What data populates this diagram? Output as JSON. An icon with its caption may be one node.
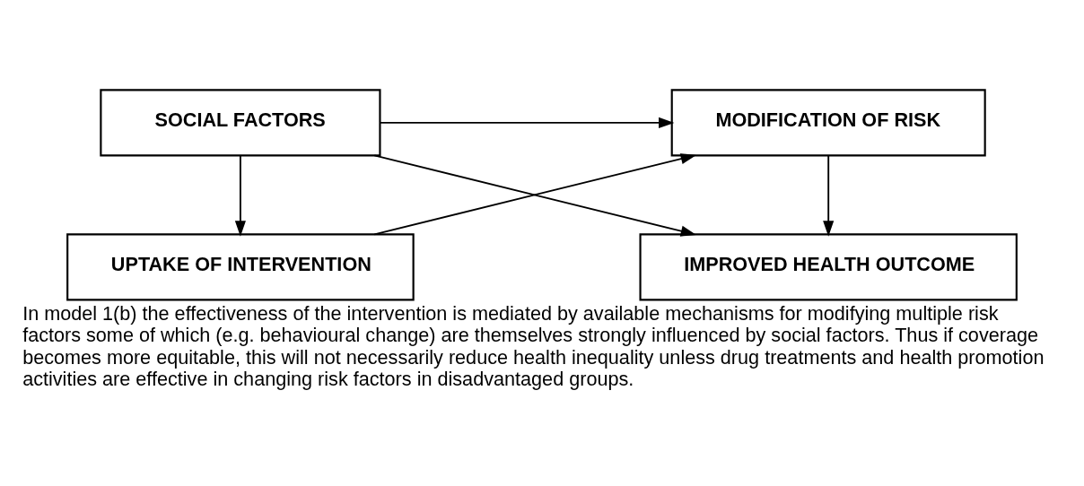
{
  "diagram": {
    "caption": "In model 1(b) the effectiveness of the intervention is mediated by available mechanisms for modifying multiple risk factors some of which (e.g. behavioural change) are themselves strongly influenced by social factors. Thus if coverage becomes more equitable, this will not necessarily reduce health inequality unless drug treatments and health promotion activities are effective in changing risk factors in disadvantaged groups.",
    "nodes": [
      {
        "text": [
          "UPTAKE OF INTERVENTION"
        ]
      },
      {
        "text": [
          "MODIFICATION OF RISK"
        ]
      },
      {
        "text": [
          "SOCIAL FACTORS"
        ]
      },
      {
        "text": [
          "IMPROVED HEALTH OUTCOME"
        ]
      }
    ],
    "edges": [
      {
        "from": 0,
        "to": 1,
        "arrow": "to"
      },
      {
        "from": 2,
        "to": 0,
        "arrow": "to"
      },
      {
        "from": 2,
        "to": 1,
        "arrow": "to"
      },
      {
        "from": 1,
        "to": 3,
        "arrow": "to"
      },
      {
        "from": 2,
        "to": 3,
        "arrow": "to"
      }
    ]
  }
}
